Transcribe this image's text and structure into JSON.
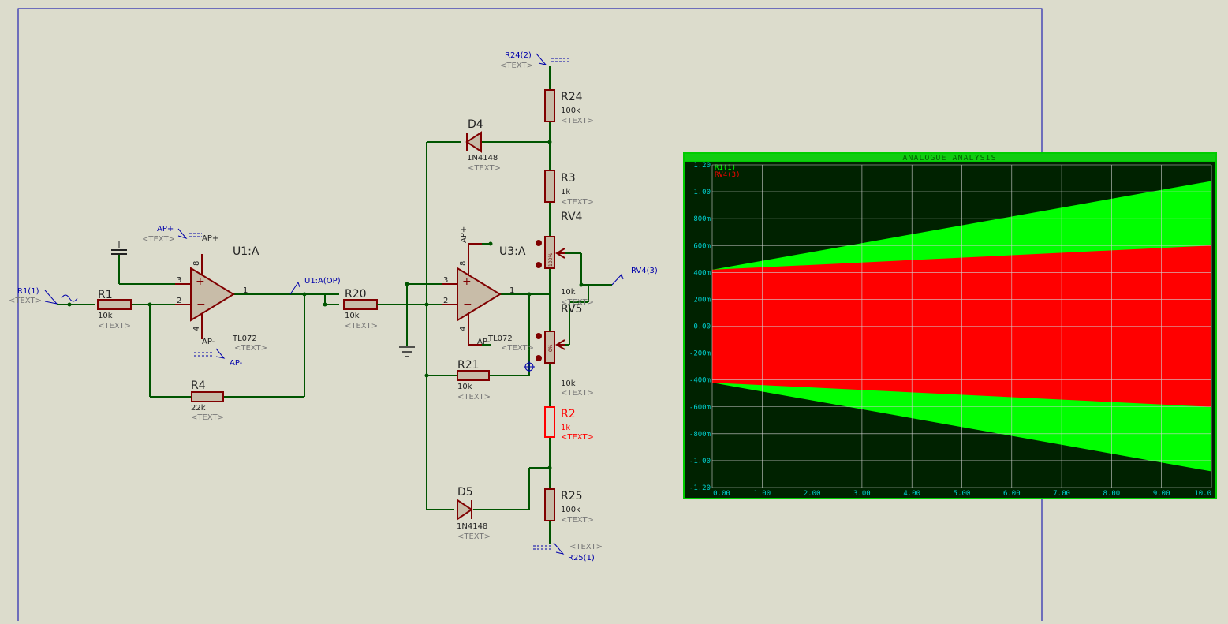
{
  "schematic": {
    "components": {
      "r1": {
        "ref": "R1",
        "value": "10k",
        "text": "<TEXT>"
      },
      "r4": {
        "ref": "R4",
        "value": "22k",
        "text": "<TEXT>"
      },
      "r20": {
        "ref": "R20",
        "value": "10k",
        "text": "<TEXT>"
      },
      "r21": {
        "ref": "R21",
        "value": "10k",
        "text": "<TEXT>"
      },
      "r24": {
        "ref": "R24",
        "value": "100k",
        "text": "<TEXT>"
      },
      "r3": {
        "ref": "R3",
        "value": "1k",
        "text": "<TEXT>"
      },
      "rv4": {
        "ref": "RV4",
        "value": "10k",
        "text": "<TEXT>",
        "wiper": "100%"
      },
      "rv5": {
        "ref": "RV5",
        "value": "10k",
        "text": "<TEXT>",
        "wiper": "0%"
      },
      "r2": {
        "ref": "R2",
        "value": "1k",
        "text": "<TEXT>"
      },
      "r25": {
        "ref": "R25",
        "value": "100k",
        "text": "<TEXT>"
      },
      "d4": {
        "ref": "D4",
        "value": "1N4148",
        "text": "<TEXT>"
      },
      "d5": {
        "ref": "D5",
        "value": "1N4148",
        "text": "<TEXT>"
      },
      "u1": {
        "ref": "U1:A",
        "value": "TL072",
        "text": "<TEXT>",
        "pins": {
          "p8": "8",
          "p4": "4",
          "p3": "3",
          "p2": "2",
          "p1": "1"
        }
      },
      "u3": {
        "ref": "U3:A",
        "value": "TL072",
        "text": "<TEXT>",
        "pins": {
          "p8": "8",
          "p4": "4",
          "p3": "3",
          "p2": "2",
          "p1": "1"
        }
      }
    },
    "probes": {
      "r1_1": {
        "label": "R1(1)",
        "text": "<TEXT>"
      },
      "ap_plus_1": {
        "label": "AP+",
        "text": "<TEXT>"
      },
      "ap_minus_1": {
        "label": "AP-"
      },
      "u1a_op": {
        "label": "U1:A(OP)"
      },
      "r24_2": {
        "label": "R24(2)",
        "text": "<TEXT>"
      },
      "rv4_3": {
        "label": "RV4(3)"
      },
      "r25_1": {
        "label": "R25(1)",
        "text": "<TEXT>"
      }
    },
    "rails": {
      "u1_top": "AP+",
      "u1_bottom": "AP-",
      "u3_top": "AP+",
      "u3_bottom": "AP-"
    }
  },
  "graph": {
    "title": "ANALOGUE ANALYSIS",
    "colors": {
      "frame": "#00cc00",
      "title_bar": "#00cc00",
      "plot_bg": "#002200",
      "grid": "#cfcfcf",
      "axis_text": "#00d0d0",
      "trace1": "#00ff00",
      "trace2": "#ff0000"
    }
  },
  "chart_data": {
    "type": "area",
    "title": "ANALOGUE ANALYSIS",
    "x_ticks": [
      "0.00",
      "1.00",
      "2.00",
      "3.00",
      "4.00",
      "5.00",
      "6.00",
      "7.00",
      "8.00",
      "9.00",
      "10.0"
    ],
    "y_ticks": [
      "1.20",
      "1.00",
      "800m",
      "600m",
      "400m",
      "200m",
      "0.00",
      "-200m",
      "-400m",
      "-600m",
      "-800m",
      "-1.00",
      "-1.20"
    ],
    "xlim": [
      0,
      10
    ],
    "ylim": [
      -1.2,
      1.2
    ],
    "grid": true,
    "legend_position": "top-left",
    "x": [
      0,
      10
    ],
    "series": [
      {
        "name": "R1(1)",
        "color": "#00ff00",
        "upper": [
          0.42,
          1.08
        ],
        "lower": [
          -0.42,
          -1.08
        ]
      },
      {
        "name": "RV4(3)",
        "color": "#ff0000",
        "upper": [
          0.42,
          0.6
        ],
        "lower": [
          -0.42,
          -0.6
        ]
      }
    ]
  }
}
